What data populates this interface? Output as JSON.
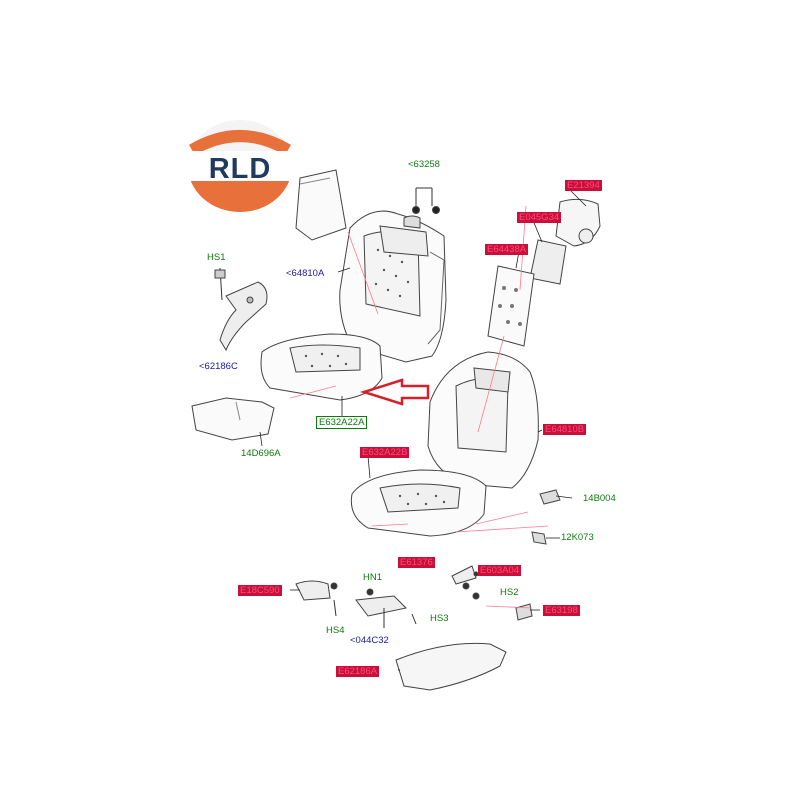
{
  "logo": {
    "text": "RLD",
    "text_color": "#1f3b5c",
    "ring_color": "#e8703a"
  },
  "arrow_color": "#d8202a",
  "callouts": {
    "c63258": "<63258",
    "c64810A": "<64810A",
    "cHS1": "HS1",
    "c62186C": "<62186C",
    "c14D696A": "14D696A",
    "c632A22A_box": "E632A22A",
    "c21394": "E21394",
    "c045G34": "E045G34",
    "c64438A": "E64438A",
    "c64810B": "E64810B",
    "c632A22B": "E632A22B",
    "c14B004": "14B004",
    "c12K073": "12K073",
    "c61376": "E61376",
    "c603A04": "E603A04",
    "cHN1": "HN1",
    "c18C590": "E18C590",
    "cHS2": "HS2",
    "cHS3": "HS3",
    "cHS4": "HS4",
    "c044C32": "<044C32",
    "c63198": "E63198",
    "c62186A": "E62186A"
  }
}
